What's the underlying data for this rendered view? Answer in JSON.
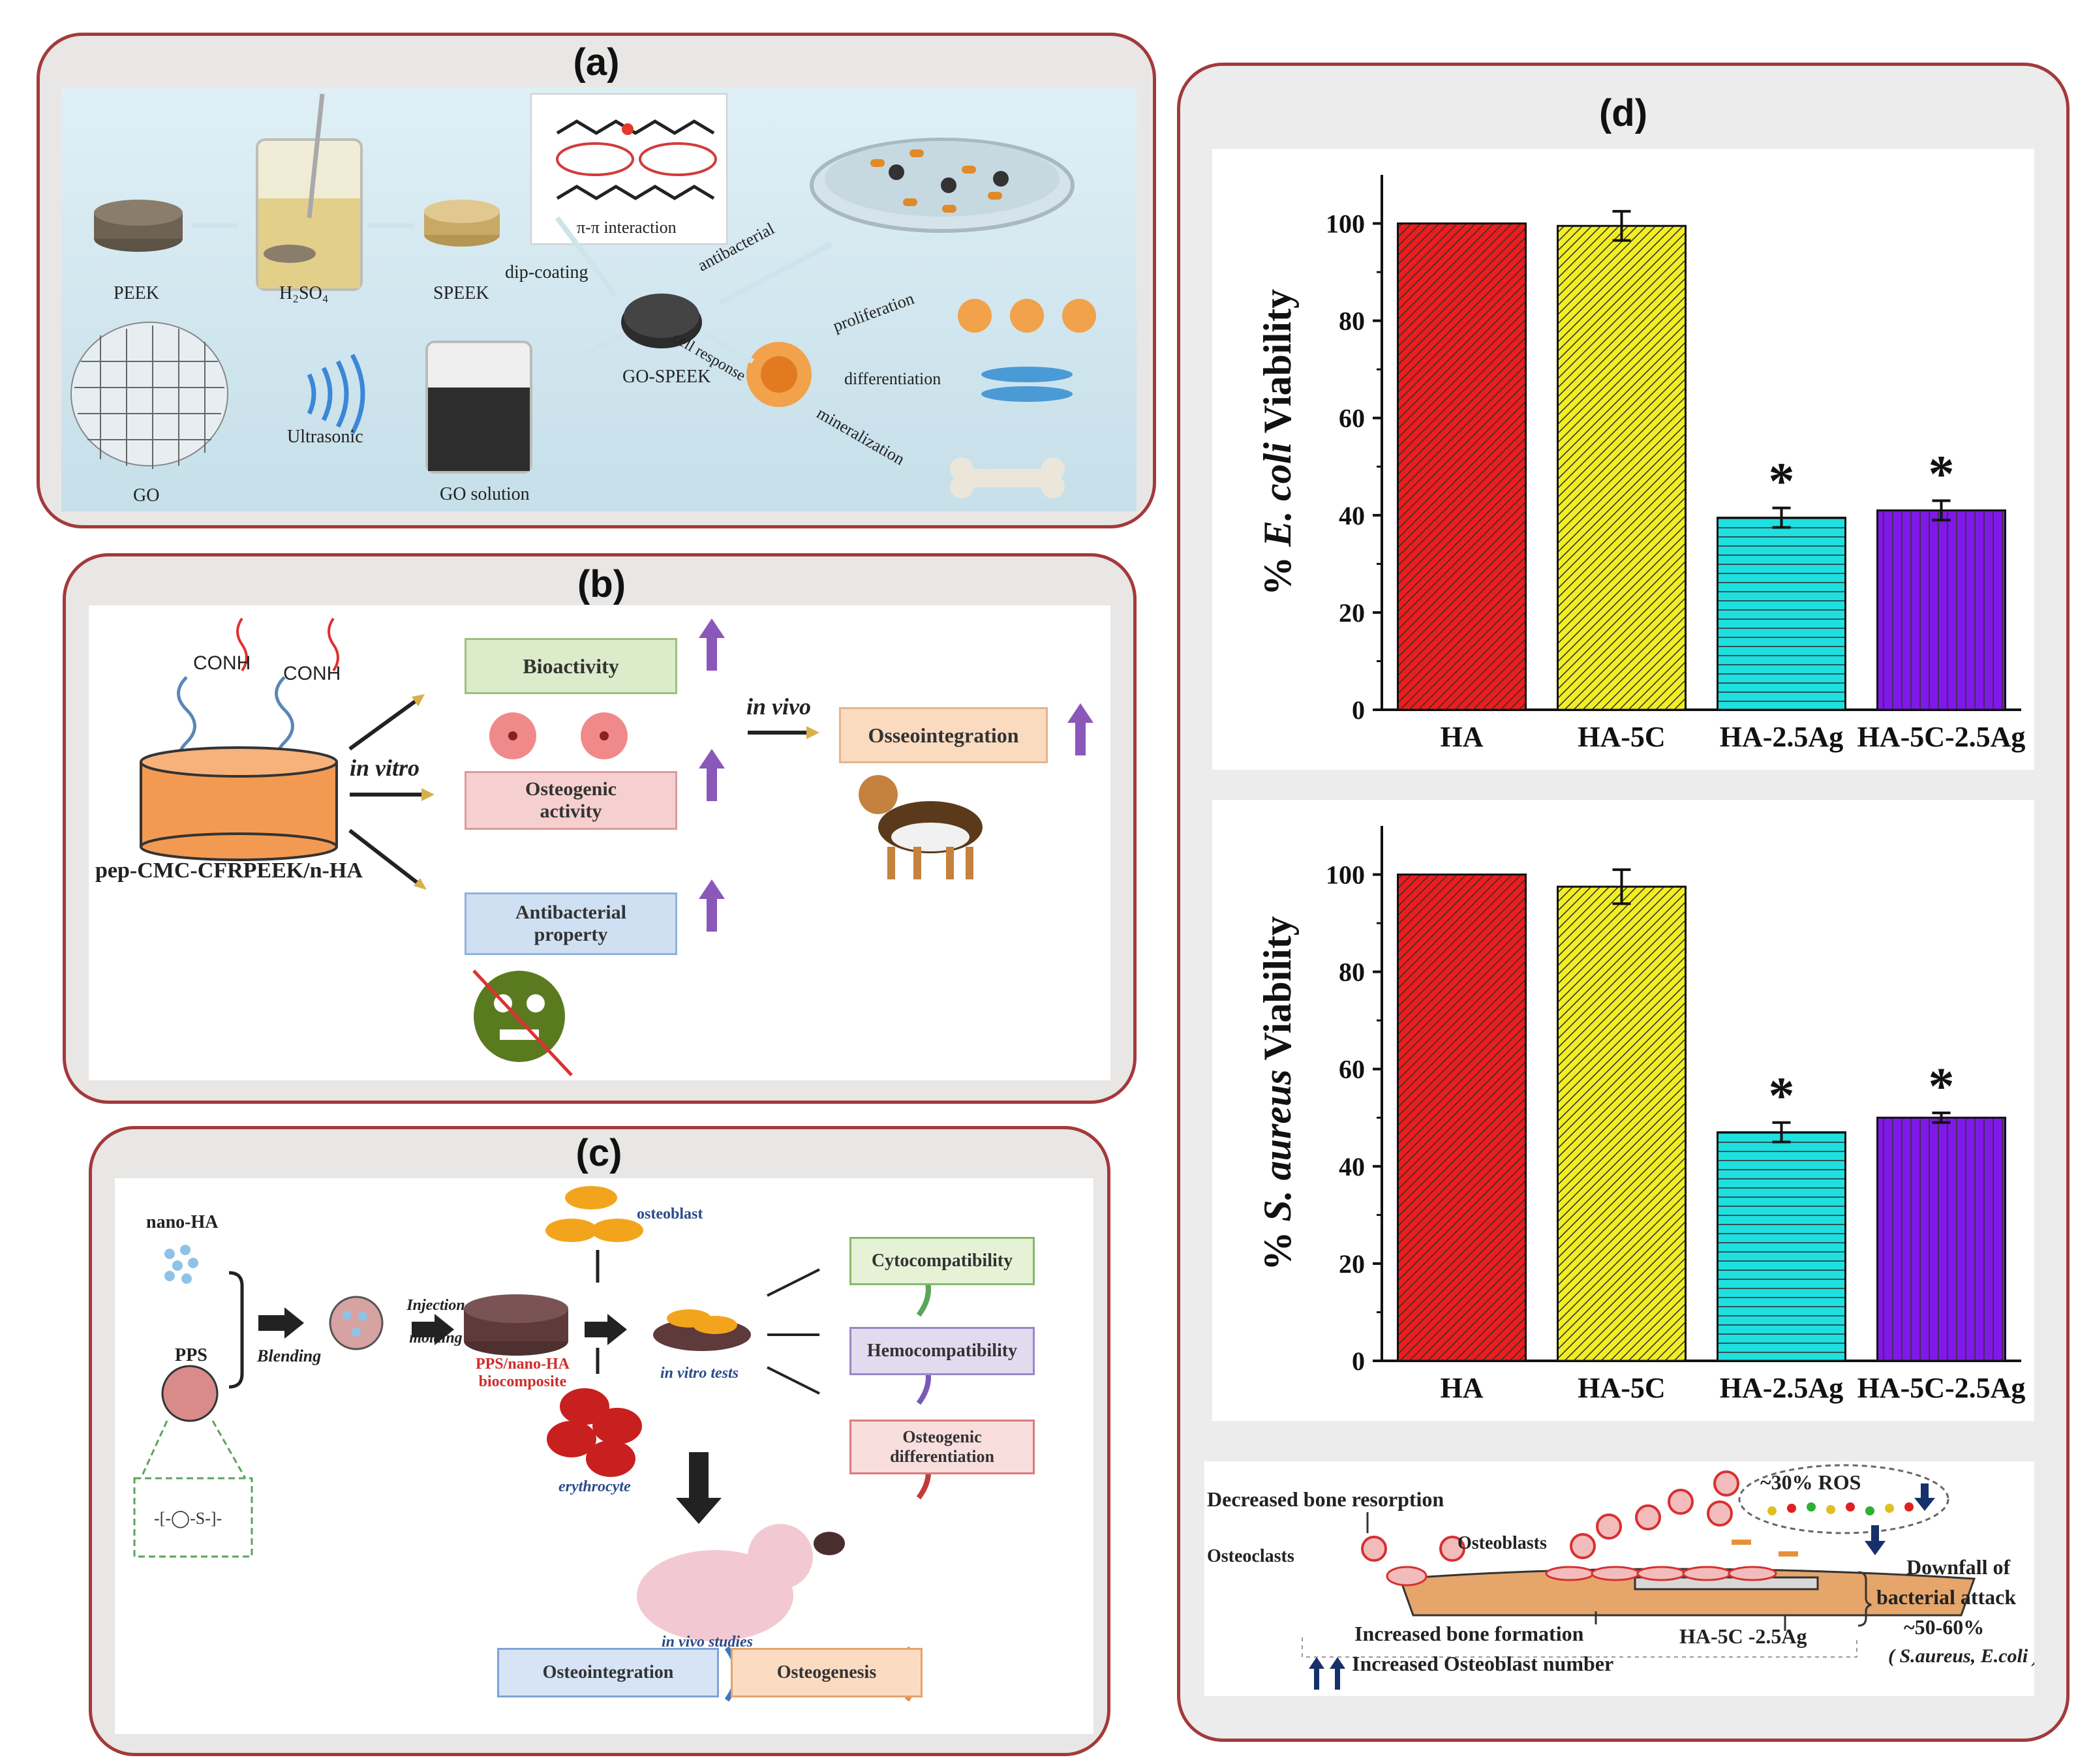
{
  "panels": {
    "a": "(a)",
    "b": "(b)",
    "c": "(c)",
    "d": "(d)"
  },
  "panel_a": {
    "peek": "PEEK",
    "h2so4": "H₂SO₄",
    "speek": "SPEEK",
    "pi_interaction": "π-π interaction",
    "dip_coating": "dip-coating",
    "antibacterial": "antibacterial",
    "go_speek": "GO-SPEEK",
    "cell_response": "cell response",
    "proliferation": "proliferation",
    "differentiation": "differentiation",
    "mineralization": "mineralization",
    "ultrasonic": "Ultrasonic",
    "go": "GO",
    "go_solution": "GO solution"
  },
  "panel_b": {
    "conh1": "CONH",
    "conh2": "CONH",
    "in_vitro": "in vitro",
    "in_vivo": "in vivo",
    "material": "pep-CMC-CFRPEEK/n-HA",
    "bioactivity": "Bioactivity",
    "osteogenic": "Osteogenic activity",
    "antibacterial": "Antibacterial property",
    "osseointegration": "Osseointegration"
  },
  "panel_c": {
    "nano_ha": "nano-HA",
    "pps": "PPS",
    "blending": "Blending",
    "injection_molding": "Injection molding",
    "composite": "PPS/nano-HA biocomposite",
    "osteoblast": "osteoblast",
    "erythrocyte": "erythrocyte",
    "in_vitro_tests": "in vitro tests",
    "in_vivo_studies": "in vivo studies",
    "cytocompatibility": "Cytocompatibility",
    "hemocompatibility": "Hemocompatibility",
    "osteogenic_differentiation": "Osteogenic differentiation",
    "osteointegration": "Osteointegration",
    "osteogenesis": "Osteogenesis"
  },
  "panel_d": {
    "schematic": {
      "ros": "~30% ROS",
      "decreased_resorption": "Decreased bone resorption",
      "osteoclasts": "Osteoclasts",
      "osteoblasts": "Osteoblasts",
      "increased_formation": "Increased bone formation",
      "implant": "HA-5C -2.5Ag",
      "increased_number": "Increased Osteoblast number",
      "downfall1": "Downfall of",
      "downfall2": "bacterial attack",
      "downfall3": "~50-60%",
      "downfall4": "( S.aureus, E.coli )"
    }
  },
  "chart_data": [
    {
      "type": "bar",
      "ylabel_prefix": "% ",
      "ylabel_italic": "E. coli",
      "ylabel_suffix": " Viability",
      "categories": [
        "HA",
        "HA-5C",
        "HA-2.5Ag",
        "HA-5C-2.5Ag"
      ],
      "values": [
        100,
        99.5,
        39.5,
        41
      ],
      "errors": [
        0,
        3,
        2,
        2
      ],
      "significant": [
        false,
        false,
        true,
        true
      ],
      "sig_marker": "*",
      "ylim": [
        0,
        110
      ],
      "yticks": [
        0,
        20,
        40,
        60,
        80,
        100
      ],
      "colors": [
        "#ee1c1c",
        "#f2ee22",
        "#1fe0e0",
        "#7f18e8"
      ],
      "hatch": [
        "diag",
        "diag",
        "horiz",
        "vert"
      ]
    },
    {
      "type": "bar",
      "ylabel_prefix": "% ",
      "ylabel_italic": "S. aureus",
      "ylabel_suffix": " Viability",
      "categories": [
        "HA",
        "HA-5C",
        "HA-2.5Ag",
        "HA-5C-2.5Ag"
      ],
      "values": [
        100,
        97.5,
        47,
        50
      ],
      "errors": [
        0,
        3.5,
        2,
        1
      ],
      "significant": [
        false,
        false,
        true,
        true
      ],
      "sig_marker": "*",
      "ylim": [
        0,
        110
      ],
      "yticks": [
        0,
        20,
        40,
        60,
        80,
        100
      ],
      "colors": [
        "#ee1c1c",
        "#f2ee22",
        "#1fe0e0",
        "#7f18e8"
      ],
      "hatch": [
        "diag",
        "diag",
        "horiz",
        "vert"
      ]
    }
  ]
}
